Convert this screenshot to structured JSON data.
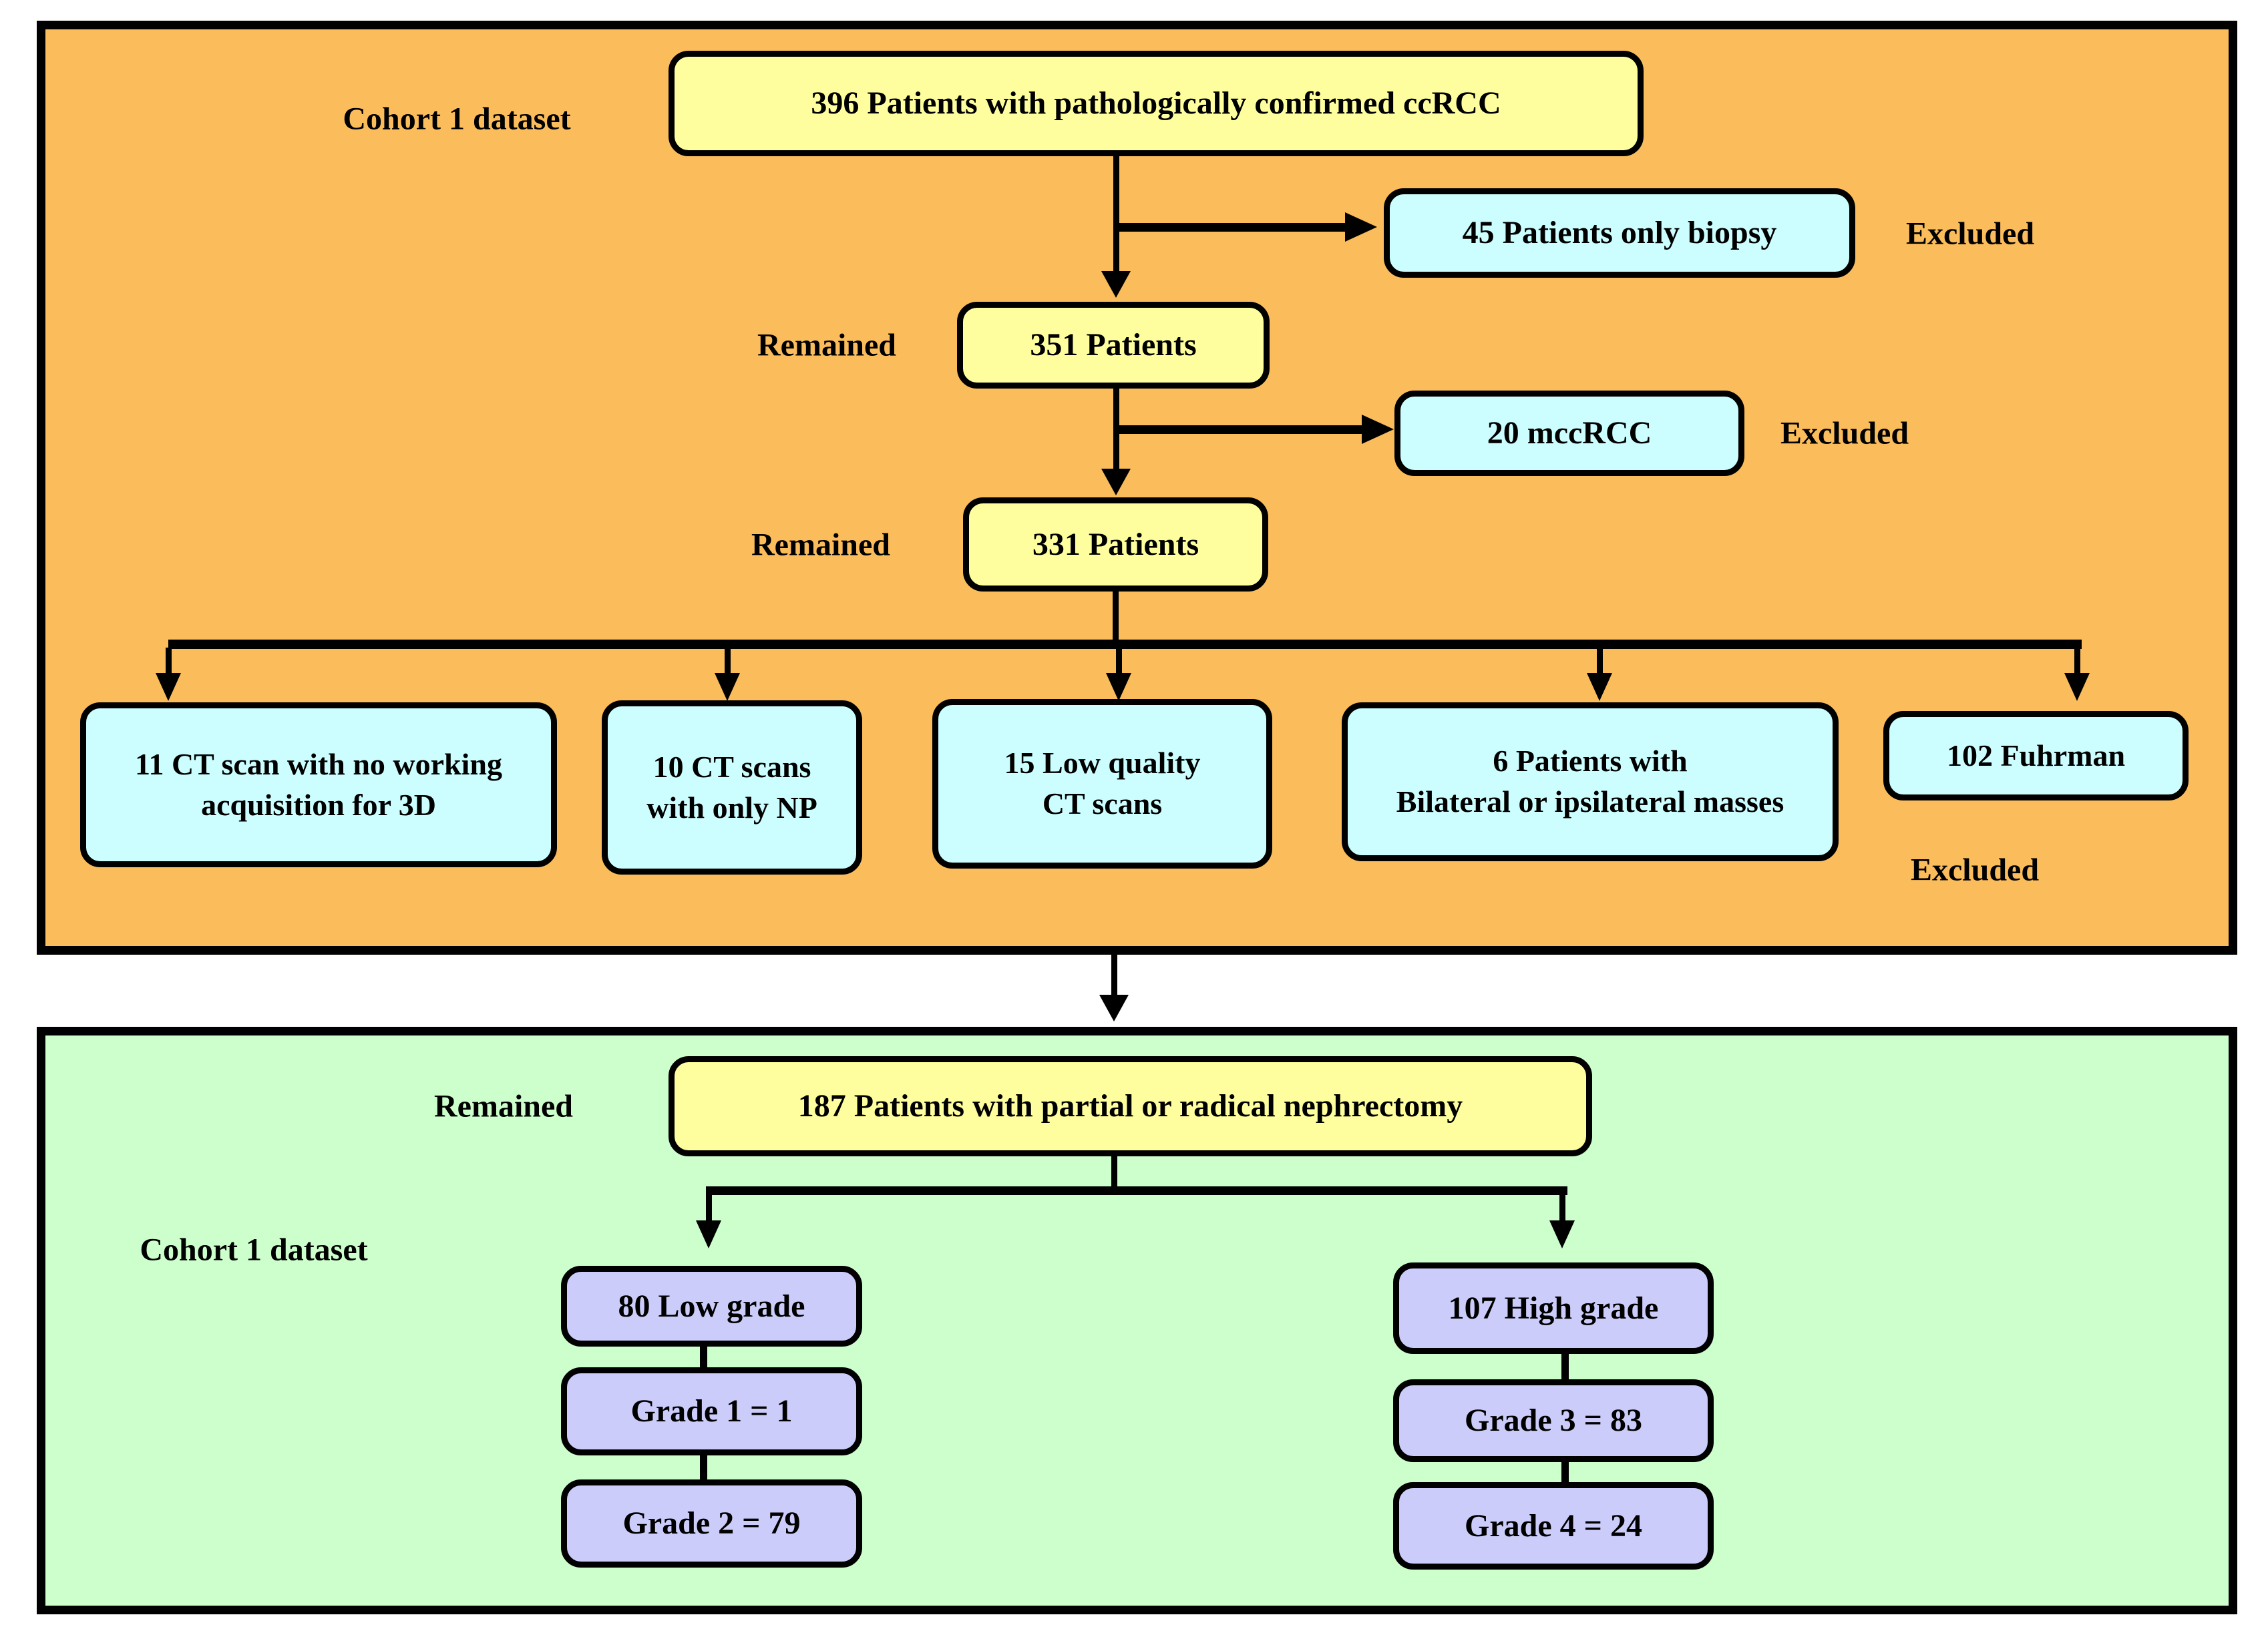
{
  "colors": {
    "panel_top_bg": "#FBBD5C",
    "panel_bottom_bg": "#CCFFCC",
    "node_yellow": "#FEFE9E",
    "node_cyan": "#CCFEFF",
    "node_purple": "#CCCCFA",
    "line": "#000000"
  },
  "top_panel": {
    "dataset_label": "Cohort 1 dataset",
    "root_box": "396 Patients with pathologically confirmed ccRCC",
    "biopsy_box": "45 Patients only biopsy",
    "excluded_label_1": "Excluded",
    "remained_label_1": "Remained",
    "patients_351_box": "351 Patients",
    "mccrcc_box": "20 mccRCC",
    "excluded_label_2": "Excluded",
    "remained_label_2": "Remained",
    "patients_331_box": "331 Patients",
    "exclusion_boxes": [
      {
        "line1": "11 CT scan with no working",
        "line2": "acquisition for 3D"
      },
      {
        "line1": "10 CT scans",
        "line2": "with only NP"
      },
      {
        "line1": "15 Low quality",
        "line2": "CT scans"
      },
      {
        "line1": "6 Patients with",
        "line2": "Bilateral or ipsilateral masses"
      },
      {
        "line1": "102 Fuhrman",
        "line2": ""
      }
    ],
    "excluded_label_3": "Excluded"
  },
  "bottom_panel": {
    "dataset_label": "Cohort 1 dataset",
    "remained_label": "Remained",
    "nephrectomy_box": "187 Patients with partial or  radical nephrectomy",
    "low_grade": {
      "header": "80 Low grade",
      "grade1": "Grade 1 = 1",
      "grade2": "Grade 2 = 79"
    },
    "high_grade": {
      "header": "107 High grade",
      "grade3": "Grade 3 = 83",
      "grade4": "Grade 4 = 24"
    }
  }
}
